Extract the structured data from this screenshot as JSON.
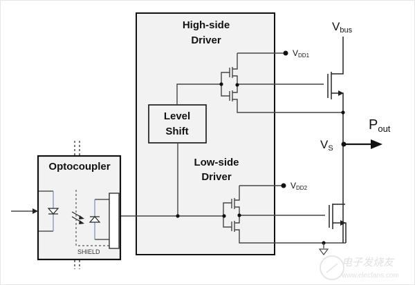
{
  "title": "Isolated gate driver with optocoupler, high-side and low-side drivers",
  "blocks": {
    "optocoupler": {
      "label": "Optocoupler",
      "shield_label": "SHIELD"
    },
    "high_side_driver": {
      "label_line1": "High-side",
      "label_line2": "Driver"
    },
    "level_shift": {
      "label_line1": "Level",
      "label_line2": "Shift"
    },
    "low_side_driver": {
      "label_line1": "Low-side",
      "label_line2": "Driver"
    }
  },
  "nodes": {
    "vdd1": {
      "main": "V",
      "sub": "DD1"
    },
    "vdd2": {
      "main": "V",
      "sub": "DD2"
    },
    "vbus": {
      "main": "V",
      "sub": "bus"
    },
    "vs": {
      "main": "V",
      "sub": "S"
    },
    "pout": {
      "main": "P",
      "sub": "out"
    }
  },
  "watermark": {
    "cn": "电子发烧友",
    "url": "www.elecfans.com"
  },
  "colors": {
    "block_fill": "#f2f2f2",
    "wire": "#444444",
    "diode_wire": "#7f93c0",
    "border": "#111111"
  }
}
